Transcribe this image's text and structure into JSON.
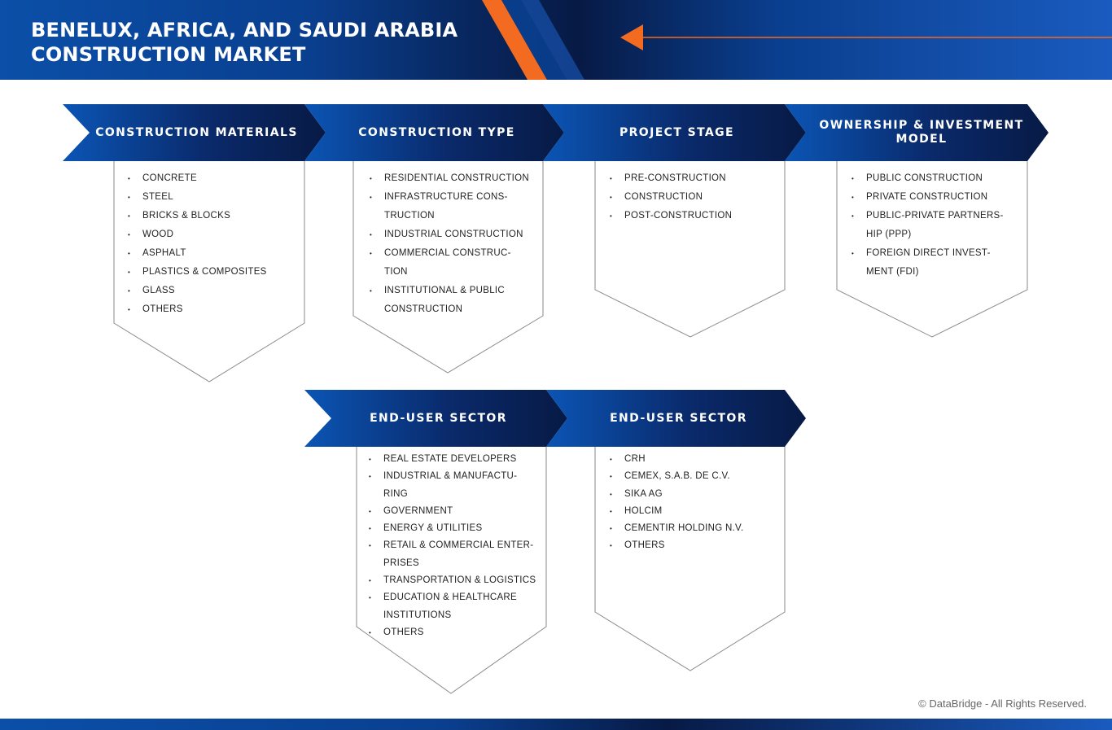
{
  "header": {
    "title": "BENELUX, AFRICA, AND SAUDI ARABIA\nCONSTRUCTION MARKET"
  },
  "segments": [
    {
      "title": "CONSTRUCTION MATERIALS",
      "items": [
        "CONCRETE",
        "STEEL",
        "BRICKS & BLOCKS",
        "WOOD",
        "ASPHALT",
        "PLASTICS & COMPOSITES",
        "GLASS",
        "OTHERS"
      ]
    },
    {
      "title": "CONSTRUCTION TYPE",
      "items": [
        "RESIDENTIAL CONSTRUCTION",
        "INFRASTRUCTURE CONS-\nTRUCTION",
        "INDUSTRIAL CONSTRUCTION",
        "COMMERCIAL CONSTRUC-\nTION",
        "INSTITUTIONAL & PUBLIC\nCONSTRUCTION"
      ]
    },
    {
      "title": "PROJECT STAGE",
      "items": [
        "PRE-CONSTRUCTION",
        "CONSTRUCTION",
        "POST-CONSTRUCTION"
      ]
    },
    {
      "title": "OWNERSHIP & INVESTMENT MODEL",
      "items": [
        "PUBLIC CONSTRUCTION",
        "PRIVATE CONSTRUCTION",
        "PUBLIC-PRIVATE PARTNERS-\nHIP (PPP)",
        "FOREIGN DIRECT INVEST-\nMENT (FDI)"
      ]
    },
    {
      "title": "END-USER SECTOR",
      "items": [
        "REAL ESTATE DEVELOPERS",
        "INDUSTRIAL & MANUFACTU-\nRING",
        "GOVERNMENT",
        "ENERGY & UTILITIES",
        "RETAIL & COMMERCIAL ENTER-\nPRISES",
        "TRANSPORTATION & LOGISTICS",
        "EDUCATION & HEALTHCARE\nINSTITUTIONS",
        "OTHERS"
      ]
    },
    {
      "title": "END-USER SECTOR",
      "items": [
        "CRH",
        "CEMEX, S.A.B. DE C.V.",
        "SIKA AG",
        "HOLCIM",
        "CEMENTIR HOLDING N.V.",
        "OTHERS"
      ]
    }
  ],
  "footer": {
    "copyright": "© DataBridge - All Rights Reserved."
  },
  "colors": {
    "navy": "#071a45",
    "blue": "#0b4fa8",
    "accent_orange": "#f26b21"
  }
}
